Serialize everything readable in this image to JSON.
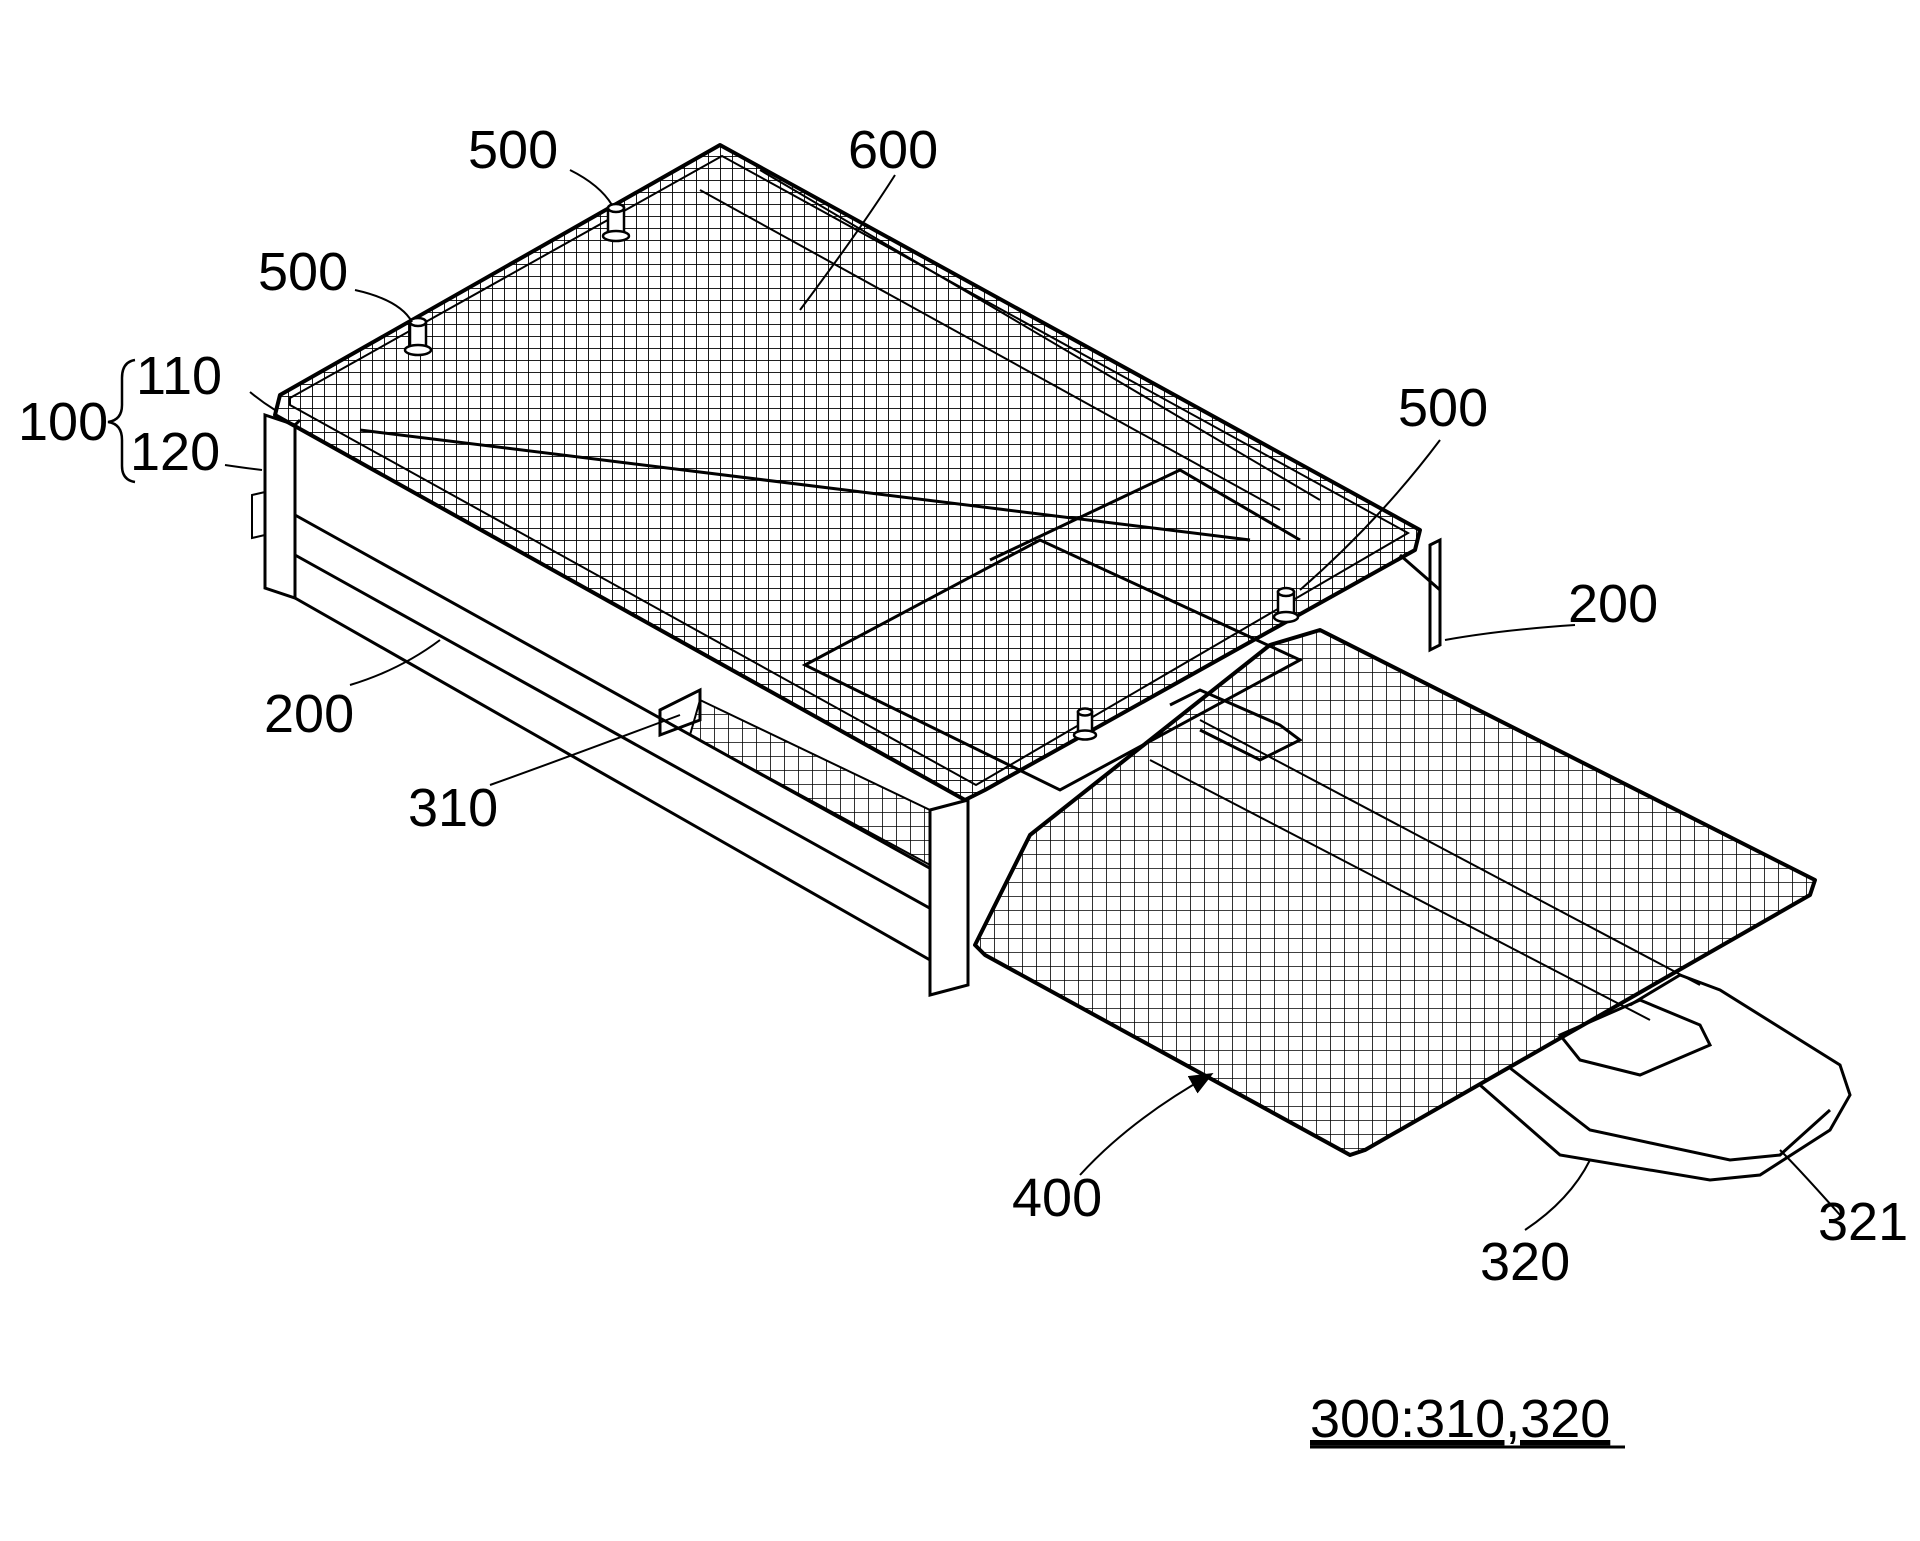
{
  "labels": {
    "label_500_a": "500",
    "label_600": "600",
    "label_500_b": "500",
    "label_110": "110",
    "label_100": "100",
    "label_120": "120",
    "label_500_c": "500",
    "label_200_right": "200",
    "label_200_left": "200",
    "label_310": "310",
    "label_400": "400",
    "label_320": "320",
    "label_321": "321"
  },
  "caption": "300:310,320"
}
